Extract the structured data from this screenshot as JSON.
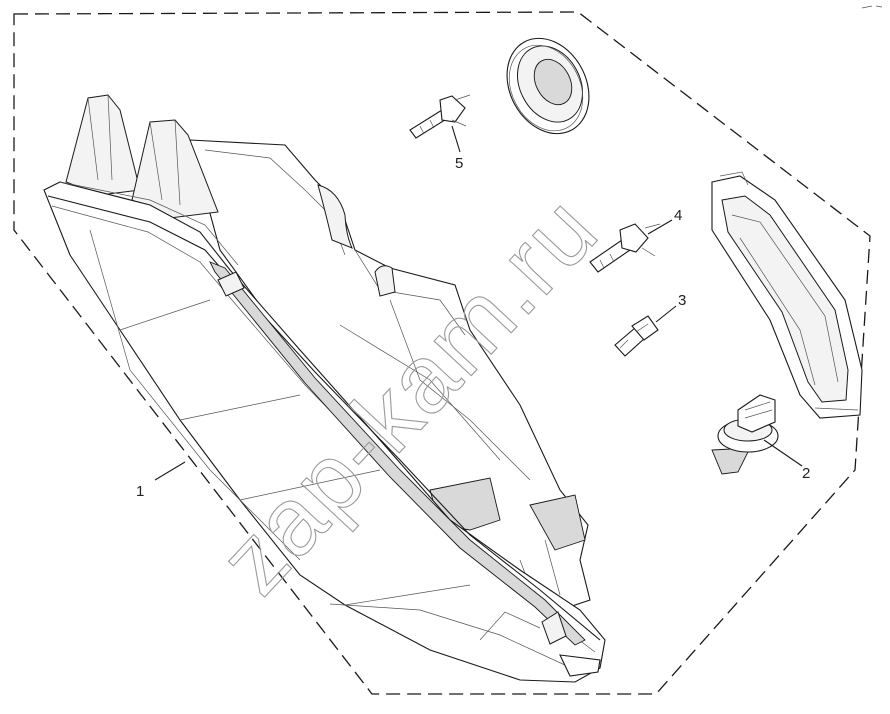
{
  "callouts": [
    {
      "id": "1",
      "text": "1"
    },
    {
      "id": "2",
      "text": "2"
    },
    {
      "id": "3",
      "text": "3"
    },
    {
      "id": "4",
      "text": "4"
    },
    {
      "id": "5",
      "text": "5"
    }
  ],
  "watermark": "zap-kam.ru",
  "colors": {
    "line": "#1a1a1a",
    "watermark": "#9a9a9a",
    "background": "#ffffff"
  }
}
